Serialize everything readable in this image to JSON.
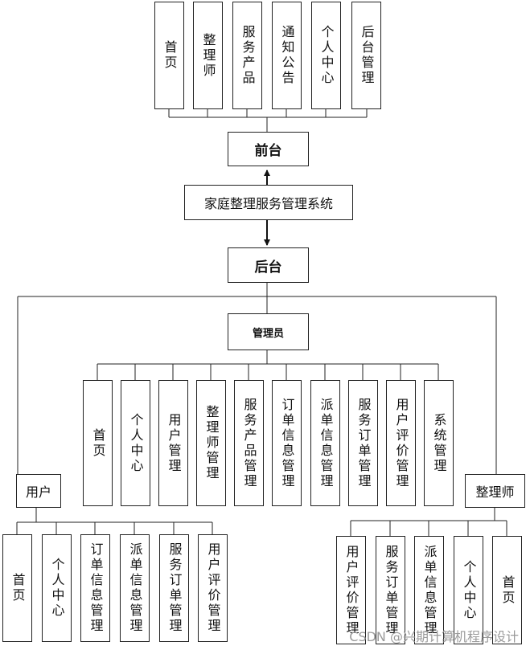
{
  "diagram": {
    "system": "家庭整理服务管理系统",
    "frontend": {
      "label": "前台",
      "modules": [
        "首页",
        "整理师",
        "服务产品",
        "通知公告",
        "个人中心",
        "后台管理"
      ]
    },
    "backend": {
      "label": "后台",
      "admin": {
        "label": "管理员",
        "modules": [
          "首页",
          "个人中心",
          "用户管理",
          "整理师管理",
          "服务产品管理",
          "订单信息管理",
          "派单信息管理",
          "服务订单管理",
          "用户评价管理",
          "系统管理"
        ]
      },
      "user": {
        "label": "用户",
        "modules": [
          "首页",
          "个人中心",
          "订单信息管理",
          "派单信息管理",
          "服务订单管理",
          "用户评价管理"
        ]
      },
      "organizer": {
        "label": "整理师",
        "modules": [
          "用户评价管理",
          "服务订单管理",
          "派单信息管理",
          "个人中心",
          "首页"
        ]
      }
    },
    "watermark": "CSDN @兴期计算机程序设计"
  }
}
